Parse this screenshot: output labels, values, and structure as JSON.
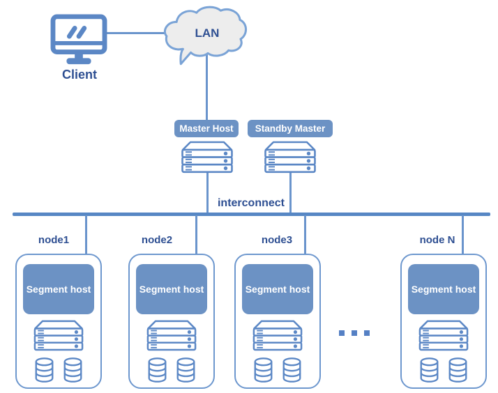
{
  "client": {
    "label": "Client",
    "icon": "monitor-icon"
  },
  "network": {
    "label": "LAN",
    "icon": "cloud-shape"
  },
  "masters": {
    "primary": {
      "label": "Master Host",
      "icon": "server-icon"
    },
    "standby": {
      "label": "Standby Master",
      "icon": "server-icon"
    }
  },
  "interconnect": {
    "label": "interconnect"
  },
  "nodes": [
    {
      "label": "node1",
      "segment": "Segment host",
      "icons": [
        "server-icon",
        "database-icon",
        "database-icon"
      ]
    },
    {
      "label": "node2",
      "segment": "Segment host",
      "icons": [
        "server-icon",
        "database-icon",
        "database-icon"
      ]
    },
    {
      "label": "node3",
      "segment": "Segment host",
      "icons": [
        "server-icon",
        "database-icon",
        "database-icon"
      ]
    },
    {
      "label": "node N",
      "segment": "Segment host",
      "icons": [
        "server-icon",
        "database-icon",
        "database-icon"
      ]
    }
  ],
  "ellipsis": {
    "dot_count": 3
  },
  "colors": {
    "icon_stroke": "#5b87c5",
    "connector": "#6a94cc",
    "node_border": "#6d97ce",
    "fill_blue": "#6c92c4",
    "label_text": "#2e4f92",
    "badge_text": "#ffffff",
    "cloud_fill": "#ededed",
    "cloud_stroke": "#7aa3d6",
    "interconnect_bar": "#5787c4"
  }
}
